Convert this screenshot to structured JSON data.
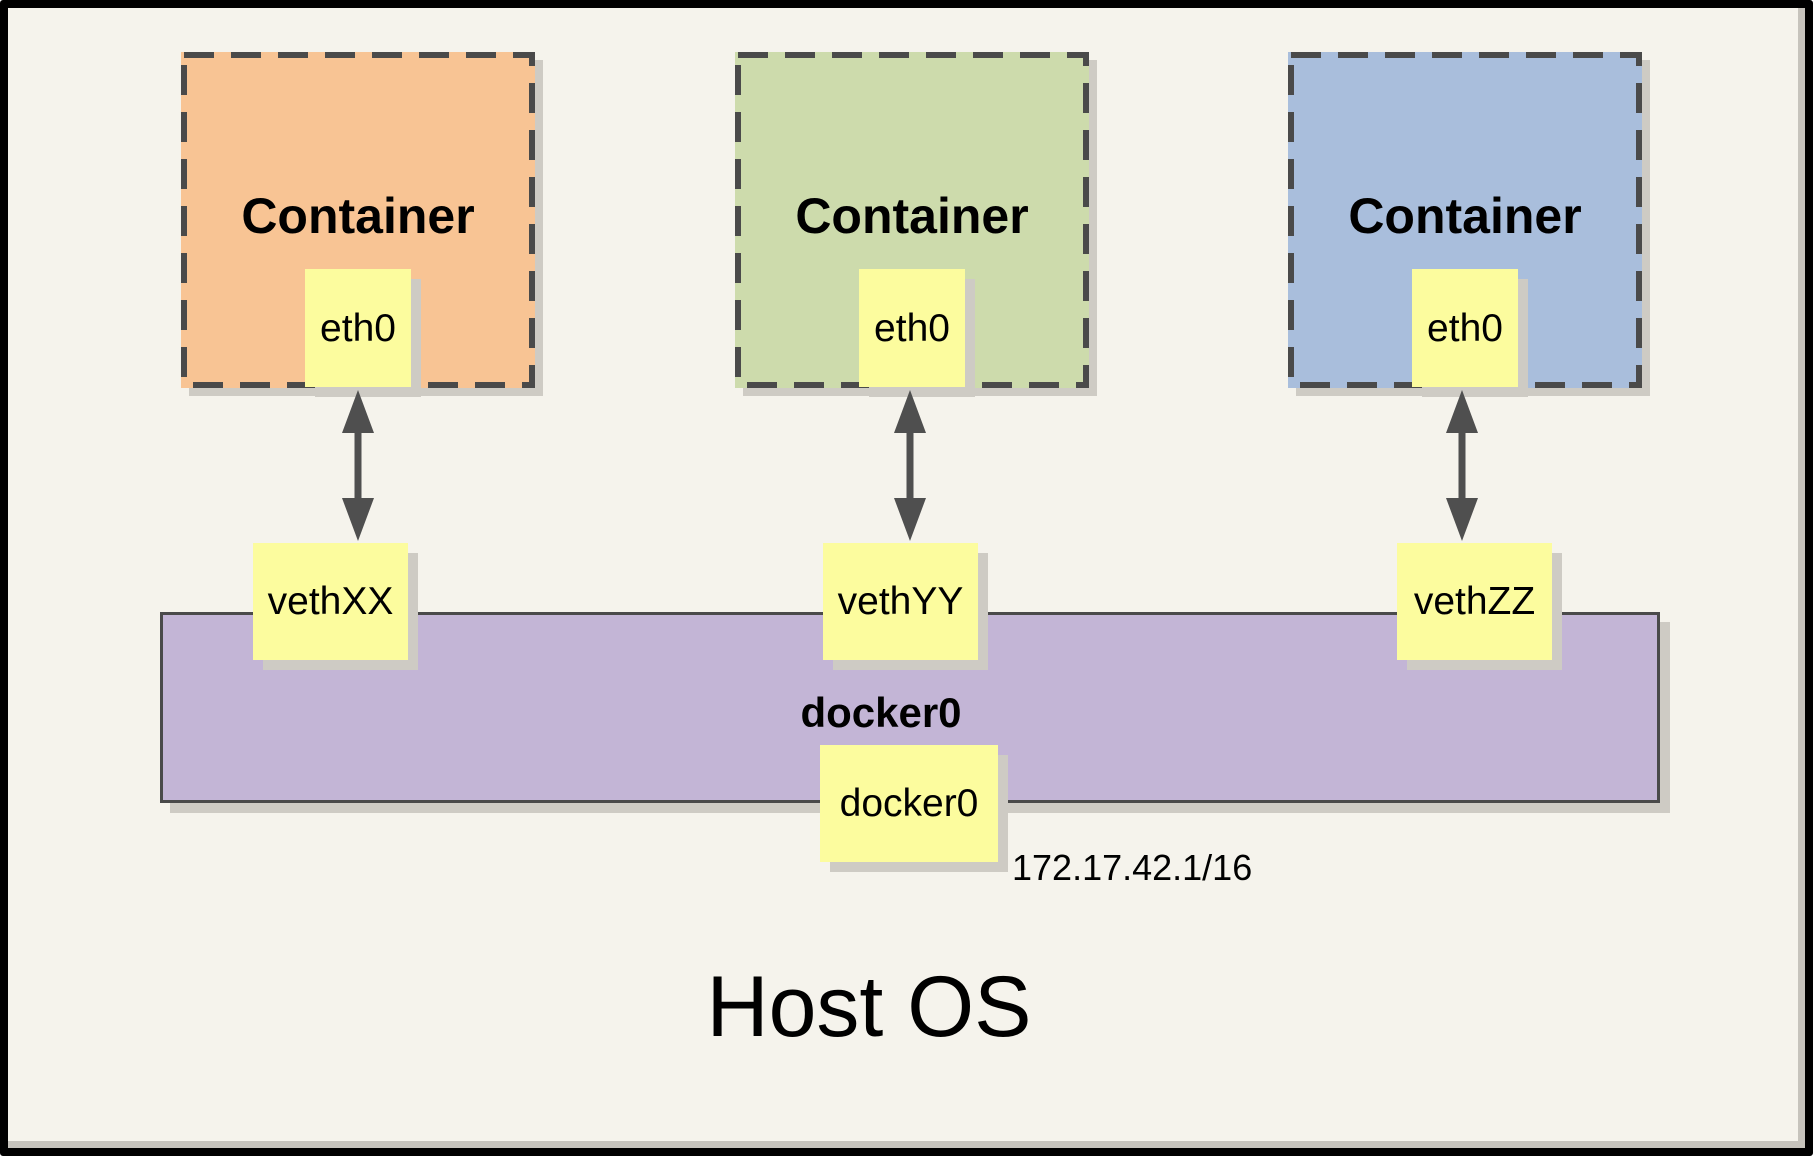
{
  "diagram": {
    "host": {
      "label": "Host OS"
    },
    "bridge": {
      "title": "docker0",
      "interface_tag": "docker0",
      "ip": "172.17.42.1/16",
      "color": "#C3B5D6"
    },
    "containers": [
      {
        "label": "Container",
        "eth": "eth0",
        "veth": "vethXX",
        "color": "#F8C494"
      },
      {
        "label": "Container",
        "eth": "eth0",
        "veth": "vethYY",
        "color": "#CDDBAC"
      },
      {
        "label": "Container",
        "eth": "eth0",
        "veth": "vethZZ",
        "color": "#A9BEDC"
      }
    ],
    "colors": {
      "tag_yellow": "#FCFC9E",
      "background": "#F5F3EC",
      "arrow": "#4F4F4F"
    }
  }
}
